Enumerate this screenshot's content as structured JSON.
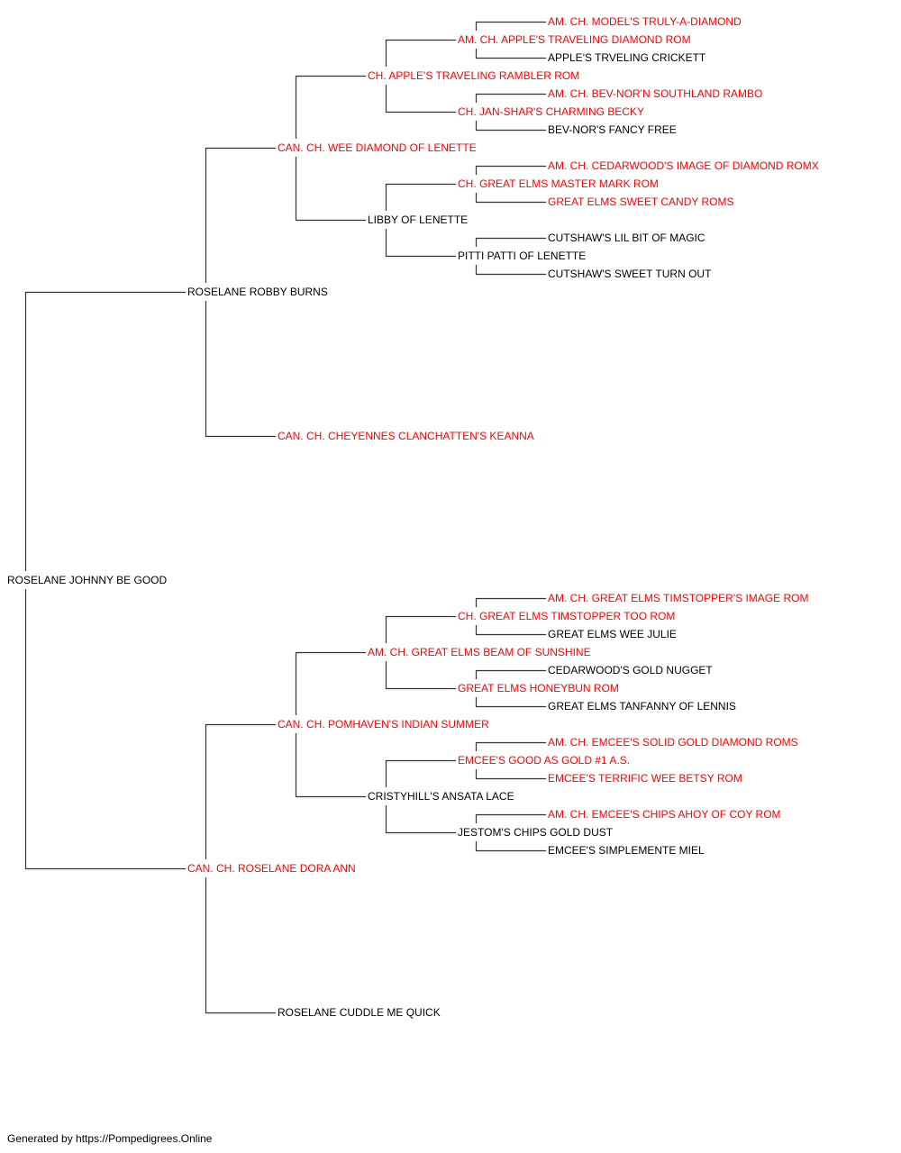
{
  "colors": {
    "champion": "#ff0000",
    "normal": "#000000",
    "line": "#333333"
  },
  "pedigree": {
    "name": "ROSELANE JOHNNY BE GOOD",
    "champion": false,
    "sire": {
      "name": "ROSELANE ROBBY BURNS",
      "champion": false,
      "sire": {
        "name": "CAN. CH. WEE DIAMOND OF LENETTE",
        "champion": true,
        "sire": {
          "name": "CH. APPLE'S TRAVELING RAMBLER ROM",
          "champion": true,
          "sire": {
            "name": "AM. CH. APPLE'S TRAVELING DIAMOND ROM",
            "champion": true,
            "sire": {
              "name": "AM. CH. MODEL'S TRULY-A-DIAMOND",
              "champion": true
            },
            "dam": {
              "name": "APPLE'S TRVELING CRICKETT",
              "champion": false
            }
          },
          "dam": {
            "name": "CH. JAN-SHAR'S CHARMING BECKY",
            "champion": true,
            "sire": {
              "name": "AM. CH. BEV-NOR'N SOUTHLAND RAMBO",
              "champion": true
            },
            "dam": {
              "name": "BEV-NOR'S FANCY FREE",
              "champion": false
            }
          }
        },
        "dam": {
          "name": "LIBBY OF LENETTE",
          "champion": false,
          "sire": {
            "name": "CH. GREAT ELMS MASTER MARK ROM",
            "champion": true,
            "sire": {
              "name": "AM. CH. CEDARWOOD'S IMAGE OF DIAMOND ROMX",
              "champion": true
            },
            "dam": {
              "name": "GREAT ELMS SWEET CANDY ROMS",
              "champion": true
            }
          },
          "dam": {
            "name": "PITTI PATTI OF LENETTE",
            "champion": false,
            "sire": {
              "name": "CUTSHAW'S LIL BIT OF MAGIC",
              "champion": false
            },
            "dam": {
              "name": "CUTSHAW'S SWEET TURN OUT",
              "champion": false
            }
          }
        }
      },
      "dam": {
        "name": "CAN. CH. CHEYENNES CLANCHATTEN'S KEANNA",
        "champion": true
      }
    },
    "dam": {
      "name": "CAN. CH. ROSELANE DORA ANN",
      "champion": true,
      "sire": {
        "name": "CAN. CH. POMHAVEN'S INDIAN SUMMER",
        "champion": true,
        "sire": {
          "name": "AM. CH. GREAT ELMS BEAM OF SUNSHINE",
          "champion": true,
          "sire": {
            "name": "CH. GREAT ELMS TIMSTOPPER TOO ROM",
            "champion": true,
            "sire": {
              "name": "AM. CH. GREAT ELMS TIMSTOPPER'S IMAGE ROM",
              "champion": true
            },
            "dam": {
              "name": "GREAT ELMS WEE JULIE",
              "champion": false
            }
          },
          "dam": {
            "name": "GREAT ELMS HONEYBUN ROM",
            "champion": true,
            "sire": {
              "name": "CEDARWOOD'S GOLD NUGGET",
              "champion": false
            },
            "dam": {
              "name": "GREAT ELMS TANFANNY OF LENNIS",
              "champion": false
            }
          }
        },
        "dam": {
          "name": "CRISTYHILL'S ANSATA LACE",
          "champion": false,
          "sire": {
            "name": "EMCEE'S GOOD AS GOLD #1 A.S.",
            "champion": true,
            "sire": {
              "name": "AM. CH. EMCEE'S SOLID GOLD DIAMOND ROMS",
              "champion": true
            },
            "dam": {
              "name": "EMCEE'S TERRIFIC WEE BETSY ROM",
              "champion": true
            }
          },
          "dam": {
            "name": "JESTOM'S CHIPS GOLD DUST",
            "champion": false,
            "sire": {
              "name": "AM. CH. EMCEE'S CHIPS AHOY OF COY ROM",
              "champion": true
            },
            "dam": {
              "name": "EMCEE'S SIMPLEMENTE MIEL",
              "champion": false
            }
          }
        }
      },
      "dam": {
        "name": "ROSELANE CUDDLE ME QUICK",
        "champion": false
      }
    }
  },
  "footer": {
    "text": "Generated by https://Pompedigrees.Online"
  }
}
